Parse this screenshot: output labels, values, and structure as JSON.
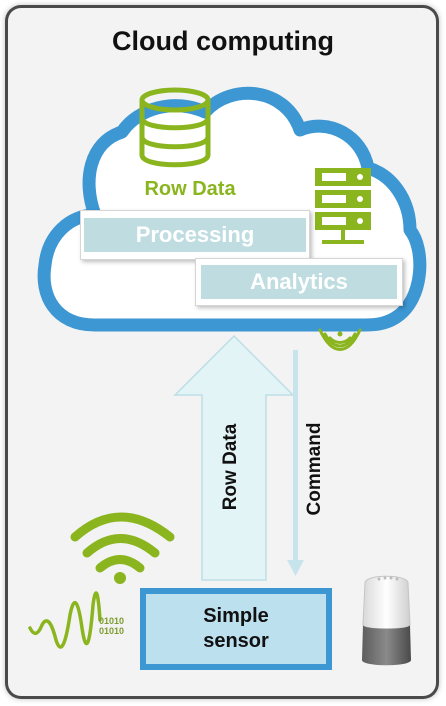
{
  "title": "Cloud computing",
  "cloud": {
    "data_label": "Row Data",
    "processing_label": "Processing",
    "analytics_label": "Analytics"
  },
  "arrows": {
    "up_label": "Row Data",
    "down_label": "Command"
  },
  "sensor": {
    "line1": "Simple",
    "line2": "sensor"
  },
  "signal_text": {
    "line1": "01010",
    "line2": "01010"
  },
  "colors": {
    "cloud_stroke": "#3c97d3",
    "accent_green": "#8ab51e",
    "box_fill": "#bfdde1",
    "arrow_fill": "#e3f4f7"
  }
}
